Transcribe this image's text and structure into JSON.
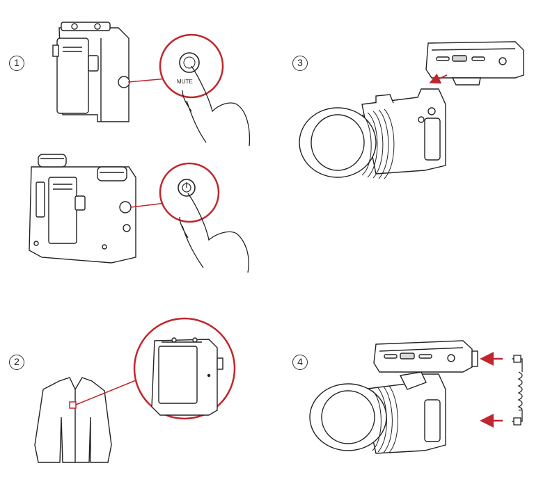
{
  "steps": [
    "1",
    "2",
    "3",
    "4"
  ],
  "mute_label": "MUTE",
  "power_symbol": "⏻",
  "colors": {
    "accent": "#c0262d",
    "line": "#222222",
    "fill": "#ffffff",
    "shade": "#d8d8d8"
  }
}
